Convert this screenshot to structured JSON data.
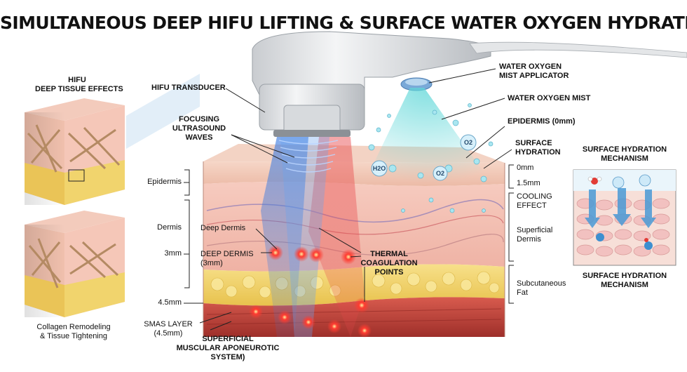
{
  "title": "SIMULTANEOUS DEEP HIFU LIFTING & SURFACE WATER OXYGEN HYDRATION",
  "left_panel": {
    "heading_line1": "HIFU",
    "heading_line2": "DEEP TISSUE EFFECTS",
    "caption_line1": "Collagen Remodeling",
    "caption_line2": "& Tissue Tightening"
  },
  "left_labels": {
    "epidermis": "Epidermis",
    "dermis": "Dermis",
    "depth_3mm": "3mm",
    "depth_4_5mm": "4.5mm",
    "smas_line1": "SMAS LAYER",
    "smas_line2": "(4.5mm)"
  },
  "center_labels": {
    "hifu_transducer": "HIFU TRANSDUCER",
    "focusing_line1": "FOCUSING",
    "focusing_line2": "ULTRASOUND",
    "focusing_line3": "WAVES",
    "deep_dermis": "Deep Dermis",
    "deep_dermis_caps_line1": "DEEP DERMIS",
    "deep_dermis_caps_line2": "(3mm)",
    "thermal_line1": "THERMAL",
    "thermal_line2": "COAGULATION",
    "thermal_line3": "POINTS",
    "smas_full_line1": "SUPERFICIAL",
    "smas_full_line2": "MUSCULAR APONEUROTIC",
    "smas_full_line3": "SYSTEM)"
  },
  "right_labels": {
    "applicator_line1": "WATER OXYGEN",
    "applicator_line2": "MIST APPLICATOR",
    "mist": "WATER OXYGEN MIST",
    "epidermis_0mm": "EPIDERMIS (0mm)",
    "surface_hydration_line1": "SURFACE",
    "surface_hydration_line2": "HYDRATION",
    "depth_0mm": "0mm",
    "depth_1_5mm": "1.5mm",
    "cooling_line1": "COOLING",
    "cooling_line2": "EFFECT",
    "superficial_dermis_line1": "Superficial",
    "superficial_dermis_line2": "Dermis",
    "subcutaneous_line1": "Subcutaneous",
    "subcutaneous_line2": "Fat"
  },
  "inset": {
    "heading_line1": "SURFACE HYDRATION",
    "heading_line2": "MECHANISM",
    "caption_line1": "SURFACE HYDRATION",
    "caption_line2": "MECHANISM"
  },
  "molecules": {
    "h2o": "H2O",
    "o2": "O2"
  },
  "colors": {
    "epidermis": "#f0c6b6",
    "dermis": "#f3b7ad",
    "fat": "#f0d36a",
    "muscle": "#c9483f",
    "beam": "#4f86d8",
    "mist": "#6fd3d6",
    "hot_point": "#e3202a"
  }
}
